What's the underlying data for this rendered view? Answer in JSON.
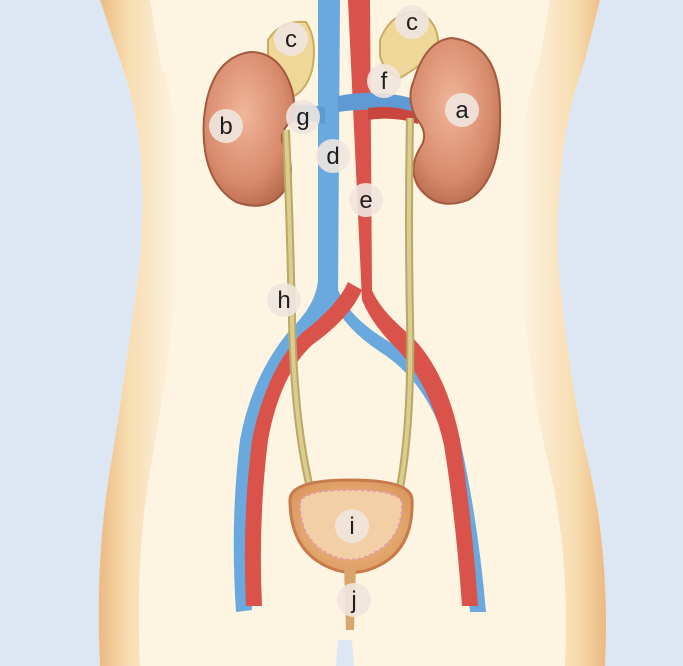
{
  "colors": {
    "background": "#dde7f4",
    "skin": "#fdf2dc",
    "skin_edge": "#f0c88a",
    "artery": "#d9534a",
    "vein": "#6aa9de",
    "kidney": "#d88a6c",
    "adrenal": "#efd79a",
    "ureter": "#c8ba7a",
    "bladder": "#e9b17a",
    "label_circle": "#efe6df"
  },
  "labels": {
    "a": "a",
    "b": "b",
    "c_left": "c",
    "c_right": "c",
    "d": "d",
    "e": "e",
    "f": "f",
    "g": "g",
    "h": "h",
    "i": "i",
    "j": "j"
  }
}
